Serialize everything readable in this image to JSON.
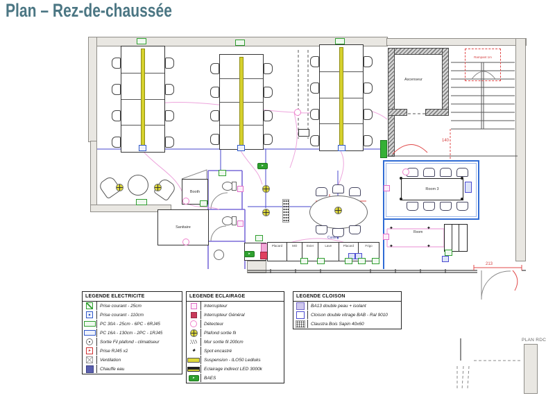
{
  "title": "Plan – Rez-de-chaussée",
  "plan_note": "PLAN RDC",
  "rooms": {
    "ascenseur": "Ascenseur",
    "booth": "Booth",
    "sanitaire": "Sanitaire",
    "room3": "Room 3",
    "room": "Room",
    "cuisine": "Cuisine",
    "stair_note": "Rampant 1m"
  },
  "kitchen_units": [
    "Placard",
    "MO",
    "Evier",
    "Lave",
    "Placard",
    "Frigo"
  ],
  "dimensions": {
    "stair": "140",
    "entrance": "213"
  },
  "legend_electricite": {
    "title": "LEGENDE ELECTRICITE",
    "items": [
      "Prise courant - 25cm",
      "Prise courant - 110cm",
      "PC 30A - 25cm - 6PC - 6RJ45",
      "PC 16A - 130cm - 2PC - 1RJ45",
      "Sortie Fil plafond - climatiseur",
      "Prise RJ45 x2",
      "Ventilation",
      "Chauffe eau"
    ]
  },
  "legend_eclairage": {
    "title": "LEGENDE ECLAIRAGE",
    "items": [
      "Interrupteur",
      "Interrupteur Général",
      "Détecteur",
      "Plafond sortie fil",
      "Mur sortie fil 200cm",
      "Spot encastré",
      "Suspension - ILO50 Ledluks",
      "Eclairage indirect LED 3000k",
      "BAES"
    ]
  },
  "legend_cloison": {
    "title": "LEGENDE CLOISON",
    "items": [
      "BA13 double peau + isolant",
      "Cloison double vitrage BAB - Ral 9010",
      "Claustra Bois Sapin 40x60"
    ]
  },
  "icons": {
    "prise-courant-25-icon": "green-outline-square",
    "prise-courant-110-icon": "blue-square-with-dot",
    "pc-30a-icon": "green-strip",
    "pc-16a-icon": "blue-strip",
    "sortie-fil-plafond-icon": "grey-circle-with-dot",
    "prise-rj45-icon": "red-square-arrow",
    "ventilation-icon": "grey-square-x",
    "chauffe-eau-icon": "violet-filled-square",
    "interrupteur-icon": "pink-outline-square",
    "interrupteur-general-icon": "crimson-filled-square",
    "detecteur-icon": "pink-circle",
    "plafond-sortie-fil-icon": "yellow-circle-cross",
    "mur-sortie-fil-icon": "grey-hatch-mark",
    "spot-encastre-icon": "black-four-point-star",
    "suspension-icon": "yellow-bar",
    "eclairage-indirect-icon": "dark-bar-yellow-stripe",
    "baes-icon": "green-block-arrow",
    "ba13-icon": "lavender-filled-square",
    "cloison-vitrage-icon": "blue-outline-square",
    "claustra-icon": "dotted-grid"
  },
  "colors": {
    "title_teal": "#4b7683",
    "electric_green": "#2f9e2f",
    "electric_blue": "#2f58c8",
    "alert_red": "#e04848",
    "wire_pink": "#eda4dc",
    "cloison_blue": "#2f6bd4",
    "ba13_purple": "#7a6ad8",
    "suspension_yellow": "#d6d12e",
    "baes_green": "#2fa02f"
  }
}
